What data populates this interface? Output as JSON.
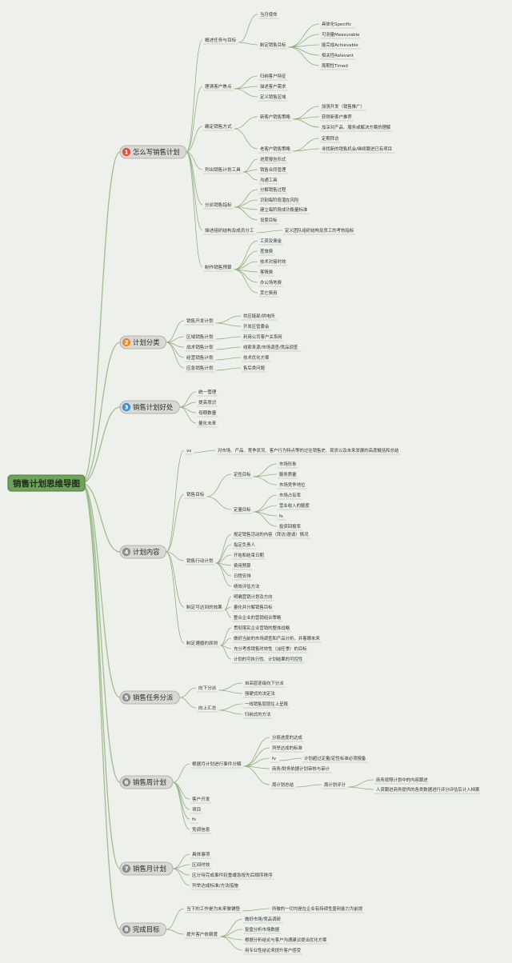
{
  "root": {
    "label": "销售计划思维导图"
  },
  "branches": [
    {
      "num": "1",
      "color": "#e0523a",
      "label": "怎么写销售计划",
      "children": [
        {
          "label": "概述任务与目标",
          "children": [
            {
              "label": "当月使命"
            },
            {
              "label": "制定销售目标",
              "children": [
                {
                  "label": "具体化Specific"
                },
                {
                  "label": "可测量Measurable"
                },
                {
                  "label": "能完成Achievable"
                },
                {
                  "label": "相关性Relevant"
                },
                {
                  "label": "周期性Timed"
                }
              ]
            }
          ]
        },
        {
          "label": "理清客户焦点",
          "children": [
            {
              "label": "归纳客户特征"
            },
            {
              "label": "描述客户需求"
            },
            {
              "label": "定义销售区域"
            }
          ]
        },
        {
          "label": "确定销售方式",
          "children": [
            {
              "label": "新客户销售策略",
              "children": [
                {
                  "label": "加强开发（销售推广）"
                },
                {
                  "label": "获得新客户推荐"
                },
                {
                  "label": "加深对产品、服务或解决方案的理解"
                }
              ]
            },
            {
              "label": "老客户销售策略",
              "children": [
                {
                  "label": "定期拜访"
                },
                {
                  "label": "寻找新的销售机会/继续跟进已有项目"
                }
              ]
            }
          ]
        },
        {
          "label": "列出销售计划工具",
          "children": [
            {
              "label": "进度报告形式"
            },
            {
              "label": "销售合同管理"
            },
            {
              "label": "沟通工具"
            }
          ]
        },
        {
          "label": "分派销售指标",
          "children": [
            {
              "label": "分解销售过程"
            },
            {
              "label": "识别每阶段潜在风险"
            },
            {
              "label": "建立每阶段成功衡量标准"
            },
            {
              "label": "设置目标"
            }
          ]
        },
        {
          "label": "描述组织结构及成员分工",
          "children": [
            {
              "label": "定义团队组织结构及员工的考核指标"
            }
          ]
        },
        {
          "label": "制作销售预算",
          "children": [
            {
              "label": "工资及佣金"
            },
            {
              "label": "差旅费"
            },
            {
              "label": "技术对接时效"
            },
            {
              "label": "客情费"
            },
            {
              "label": "办公场地费"
            },
            {
              "label": "其它费用"
            }
          ]
        }
      ]
    },
    {
      "num": "2",
      "color": "#e98a2c",
      "label": "计划分类",
      "children": [
        {
          "label": "销售开发计划",
          "children": [
            {
              "label": "供应链部/供电所"
            },
            {
              "label": "开发区管委会"
            }
          ]
        },
        {
          "label": "区域销售计划",
          "children": [
            {
              "label": "利用公司客户关系网"
            }
          ]
        },
        {
          "label": "战术销售计划",
          "children": [
            {
              "label": "线索来源/市场调查/竞品调查"
            }
          ]
        },
        {
          "label": "经营销售计划",
          "children": [
            {
              "label": "技术优化方案"
            }
          ]
        },
        {
          "label": "应急销售计划",
          "children": [
            {
              "label": "售后类问题"
            }
          ]
        }
      ]
    },
    {
      "num": "3",
      "color": "#3e8fd6",
      "label": "销售计划好处",
      "children": [
        {
          "label": "统一管理"
        },
        {
          "label": "提高意识"
        },
        {
          "label": "母期数量"
        },
        {
          "label": "量化未来"
        }
      ]
    },
    {
      "num": "4",
      "color": "#8c8c8c",
      "label": "计划内容",
      "children": [
        {
          "label": "vs",
          "children": [
            {
              "label": "对市场、产品、竞争状况、客户行为特点等的过往销售史、现状以及未来发展的高度概括和总结"
            }
          ]
        },
        {
          "label": "销售目标",
          "children": [
            {
              "label": "定性目标",
              "children": [
                {
                  "label": "市场形象"
                },
                {
                  "label": "服务质量"
                },
                {
                  "label": "市场竞争地位"
                }
              ]
            },
            {
              "label": "定量目标",
              "children": [
                {
                  "label": "市场占有率"
                },
                {
                  "label": "营业收入的额度"
                },
                {
                  "label": "fs"
                },
                {
                  "label": "投资回报率"
                }
              ]
            }
          ]
        },
        {
          "label": "销售行动计划",
          "children": [
            {
              "label": "规定销售活动的内容（拜访/邀请）情况"
            },
            {
              "label": "指定负责人"
            },
            {
              "label": "开始和结束日期"
            },
            {
              "label": "费用预算"
            },
            {
              "label": "日程安排"
            },
            {
              "label": "绩效评估方法"
            }
          ]
        },
        {
          "label": "制定可达到的效果",
          "children": [
            {
              "label": "明确营销计划及方向"
            },
            {
              "label": "量化并分解销售目标"
            },
            {
              "label": "整合企业的营销组合策略"
            }
          ]
        },
        {
          "label": "制定遵循的原则",
          "children": [
            {
              "label": "贯彻落实企业营销的整体战略"
            },
            {
              "label": "做好当前的市场调查和产品分析，并着眼未来"
            },
            {
              "label": "充分考虑销售时效性（淡旺季）的目标"
            },
            {
              "label": "计划的可执行性、计划结果的可控性"
            }
          ]
        }
      ]
    },
    {
      "num": "5",
      "color": "#8c8c8c",
      "label": "销售任务分派",
      "children": [
        {
          "label": "向下分派",
          "children": [
            {
              "label": "自高层逐级向下分派"
            },
            {
              "label": "强硬式的决定法"
            }
          ]
        },
        {
          "label": "向上汇总",
          "children": [
            {
              "label": "一线销售层层往上呈报"
            },
            {
              "label": "归纳式的方法"
            }
          ]
        }
      ]
    },
    {
      "num": "6",
      "color": "#8c8c8c",
      "label": "销售周计划",
      "children": [
        {
          "label": "根据月计划进行事件分解",
          "children": [
            {
              "label": "分段进度的达成"
            },
            {
              "label": "列举达成的标准"
            },
            {
              "label": "fv",
              "children": [
                {
                  "label": "计划超过定量/定性标准必须报备"
                }
              ]
            },
            {
              "label": "商务/财务依据计划审核与审计"
            },
            {
              "label": "周计划总结",
              "children": [
                {
                  "label": "周计划评分",
                  "children": [
                    {
                      "label": "商务按照计划中的内容跟进"
                    },
                    {
                      "label": "人资跟进商务提供的各类数据进行评分评估后计入档案"
                    }
                  ]
                }
              ]
            }
          ]
        },
        {
          "label": "客户开发"
        },
        {
          "label": "项目"
        },
        {
          "label": "fs"
        },
        {
          "label": "竞调信息"
        }
      ]
    },
    {
      "num": "7",
      "color": "#8c8c8c",
      "label": "销售月计划",
      "children": [
        {
          "label": "具体事项"
        },
        {
          "label": "区间时效"
        },
        {
          "label": "区分待完成事件轻重缓急按先后顺序排序"
        },
        {
          "label": "列举达成标准/方法措施"
        }
      ]
    },
    {
      "num": "8",
      "color": "#8c8c8c",
      "label": "完成目标",
      "children": [
        {
          "label": "当下的工作是为未来做铺垫",
          "children": [
            {
              "label": "所做的一切均是在企业有持续性盈利能力为前提"
            }
          ]
        },
        {
          "label": "提升客户依赖度",
          "children": [
            {
              "label": "做好市场/竞品调研"
            },
            {
              "label": "复盘分析市场数据"
            },
            {
              "label": "根据分析结论与客户沟通建议提出优化方案"
            },
            {
              "label": "用专业性结论来提升客户感受"
            }
          ]
        }
      ]
    }
  ]
}
